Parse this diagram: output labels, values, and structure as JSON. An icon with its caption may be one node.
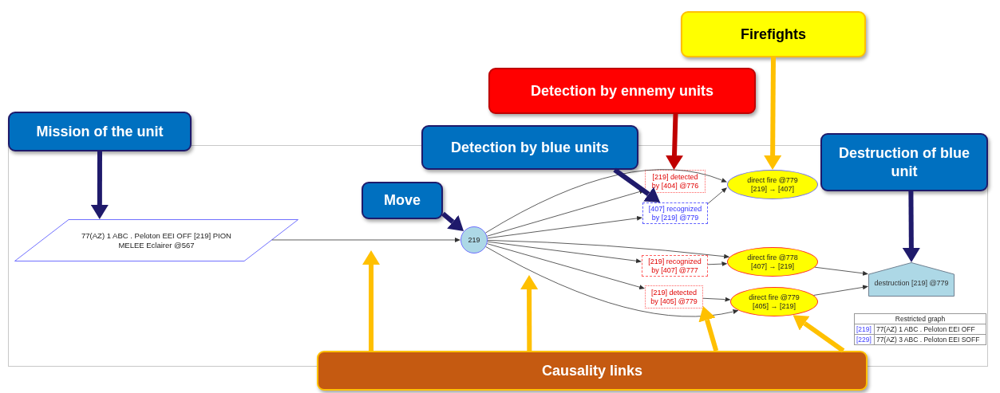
{
  "diagram": {
    "nodes": [
      {
        "text": [
          "Mission of the unit"
        ]
      },
      {
        "text": [
          "Detection by blue units"
        ]
      },
      {
        "text": [
          "Detection by ennemy units"
        ]
      },
      {
        "text": [
          "Firefights"
        ]
      },
      {
        "text": [
          "Destruction of blue unit"
        ]
      },
      {
        "text": [
          "Move"
        ]
      },
      {
        "text": [
          "Causality links"
        ]
      },
      {
        "text": [
          "77(AZ) 1 ABC . Peloton EEI OFF [219] PION MELEE Eclairer @567"
        ]
      },
      {
        "text": [
          "219"
        ]
      },
      {
        "text": [
          "[219] detected by [404] @776"
        ]
      },
      {
        "text": [
          "[407] recognized by [219] @779"
        ]
      },
      {
        "text": [
          "direct fire @779 [219] → [407]"
        ]
      },
      {
        "text": [
          "[219] recognized by [407] @777"
        ]
      },
      {
        "text": [
          "direct fire @778 [407] → [219]"
        ]
      },
      {
        "text": [
          "[219] detected by [405] @779"
        ]
      },
      {
        "text": [
          "direct fire @779 [405] → [219]"
        ]
      },
      {
        "text": [
          "destruction [219] @779"
        ]
      }
    ],
    "edges": [
      {
        "from": 7,
        "to": 8,
        "arrow": "to"
      },
      {
        "from": 8,
        "to": 9,
        "arrow": "to"
      },
      {
        "from": 8,
        "to": 10,
        "arrow": "to"
      },
      {
        "from": 8,
        "to": 11,
        "arrow": "to"
      },
      {
        "from": 8,
        "to": 13,
        "arrow": "to"
      },
      {
        "from": 8,
        "to": 12,
        "arrow": "to"
      },
      {
        "from": 8,
        "to": 14,
        "arrow": "to"
      },
      {
        "from": 8,
        "to": 15,
        "arrow": "to"
      },
      {
        "from": 10,
        "to": 11,
        "arrow": "to"
      },
      {
        "from": 12,
        "to": 13,
        "arrow": "to"
      },
      {
        "from": 14,
        "to": 15,
        "arrow": "to"
      },
      {
        "from": 13,
        "to": 16,
        "arrow": "to"
      },
      {
        "from": 15,
        "to": 16,
        "arrow": "to"
      },
      {
        "from": 0,
        "to": 7,
        "arrow": "to",
        "style": "thick",
        "color": "#1f1a6b"
      },
      {
        "from": 5,
        "to": 8,
        "arrow": "to",
        "style": "thick",
        "color": "#1f1a6b"
      },
      {
        "from": 1,
        "to": 10,
        "arrow": "to",
        "style": "thick",
        "color": "#1f1a6b"
      },
      {
        "from": 2,
        "to": 9,
        "arrow": "to",
        "style": "thick",
        "color": "#c00000"
      },
      {
        "from": 3,
        "to": 11,
        "arrow": "to",
        "style": "thick",
        "color": "#ffc000"
      },
      {
        "from": 4,
        "to": 16,
        "arrow": "to",
        "style": "thick",
        "color": "#1f1a6b"
      },
      {
        "from": 6,
        "to": null,
        "arrow": "to",
        "style": "thick",
        "color": "#ffc000"
      },
      {
        "from": 6,
        "to": null,
        "arrow": "to",
        "style": "thick",
        "color": "#ffc000"
      },
      {
        "from": 6,
        "to": 14,
        "arrow": "to",
        "style": "thick",
        "color": "#ffc000"
      },
      {
        "from": 6,
        "to": 15,
        "arrow": "to",
        "style": "thick",
        "color": "#ffc000"
      }
    ],
    "labels": [
      "Restricted graph",
      "[219]",
      "77(AZ) 1 ABC . Peloton EEI OFF",
      "[229]",
      "77(AZ) 3 ABC . Peloton EEI SOFF"
    ]
  }
}
